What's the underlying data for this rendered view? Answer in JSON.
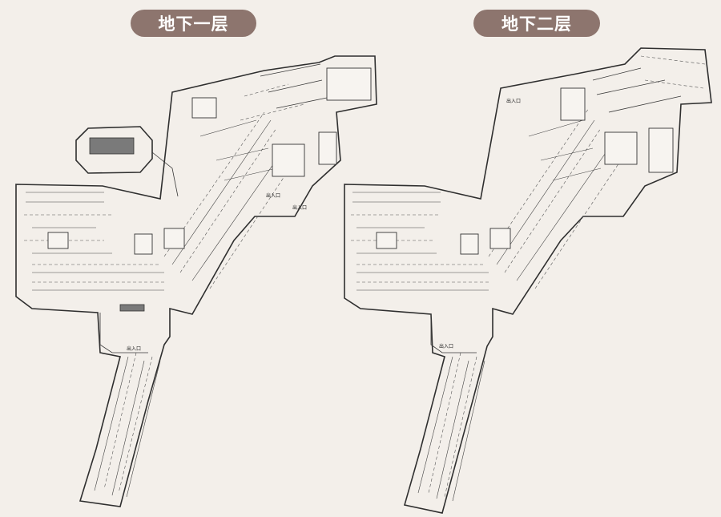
{
  "floors": [
    {
      "title": "地下一层",
      "entrance_labels": [
        "出入口",
        "出入口",
        "出入口"
      ]
    },
    {
      "title": "地下二层",
      "entrance_labels": [
        "出入口",
        "出入口"
      ]
    }
  ],
  "colors": {
    "background": "#f3efea",
    "pill": "#8d756e",
    "pill_text": "#ffffff",
    "line": "#2f2f2f"
  }
}
